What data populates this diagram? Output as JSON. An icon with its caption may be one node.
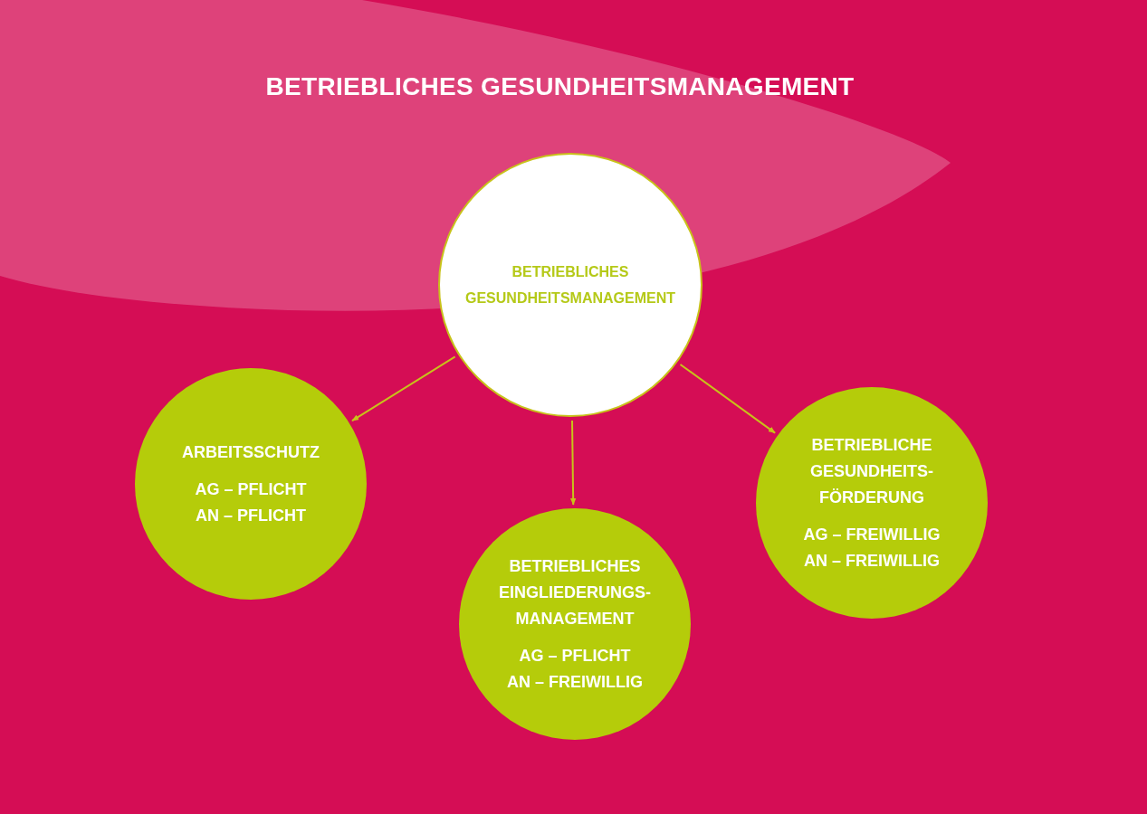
{
  "diagram": {
    "title": "BETRIEBLICHES GESUNDHEITSMANAGEMENT",
    "nodes": [
      {
        "text": [
          "BETRIEBLICHES GESUNDHEITSMANAGEMENT"
        ]
      },
      {
        "text": [
          "ARBEITSSCHUTZ",
          "AG – PFLICHT",
          "AN – PFLICHT"
        ]
      },
      {
        "text": [
          "BETRIEBLICHE GESUNDHEITS-FÖRDERUNG",
          "AG – FREIWILLIG",
          "AN – FREIWILLIG"
        ]
      },
      {
        "text": [
          "BETRIEBLICHES EINGLIEDERUNGS-MANAGEMENT",
          "AG – PFLICHT",
          "AN – FREIWILLIG"
        ]
      }
    ],
    "edges": [
      {
        "from": 0,
        "to": 1,
        "arrow": "to"
      },
      {
        "from": 0,
        "to": 3,
        "arrow": "to"
      },
      {
        "from": 0,
        "to": 2,
        "arrow": "to"
      }
    ]
  }
}
